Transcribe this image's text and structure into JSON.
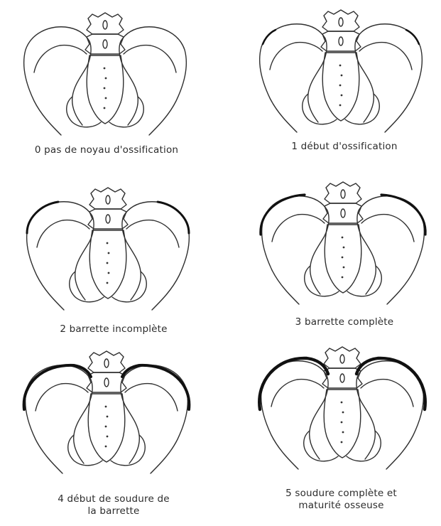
{
  "panels": [
    {
      "stage": 0,
      "caption_lines": [
        "0  pas de noyau d'ossification"
      ],
      "cap": 0
    },
    {
      "stage": 1,
      "caption_lines": [
        "1  début d'ossification"
      ],
      "cap": 1
    },
    {
      "stage": 2,
      "caption_lines": [
        "2  barrette incomplète"
      ],
      "cap": 2
    },
    {
      "stage": 3,
      "caption_lines": [
        "3  barrette complète"
      ],
      "cap": 3
    },
    {
      "stage": 4,
      "caption_lines": [
        "4  début de soudure de",
        "la  barrette"
      ],
      "cap": 4
    },
    {
      "stage": 5,
      "caption_lines": [
        "5  soudure complète et",
        "maturité osseuse"
      ],
      "cap": 5
    }
  ]
}
